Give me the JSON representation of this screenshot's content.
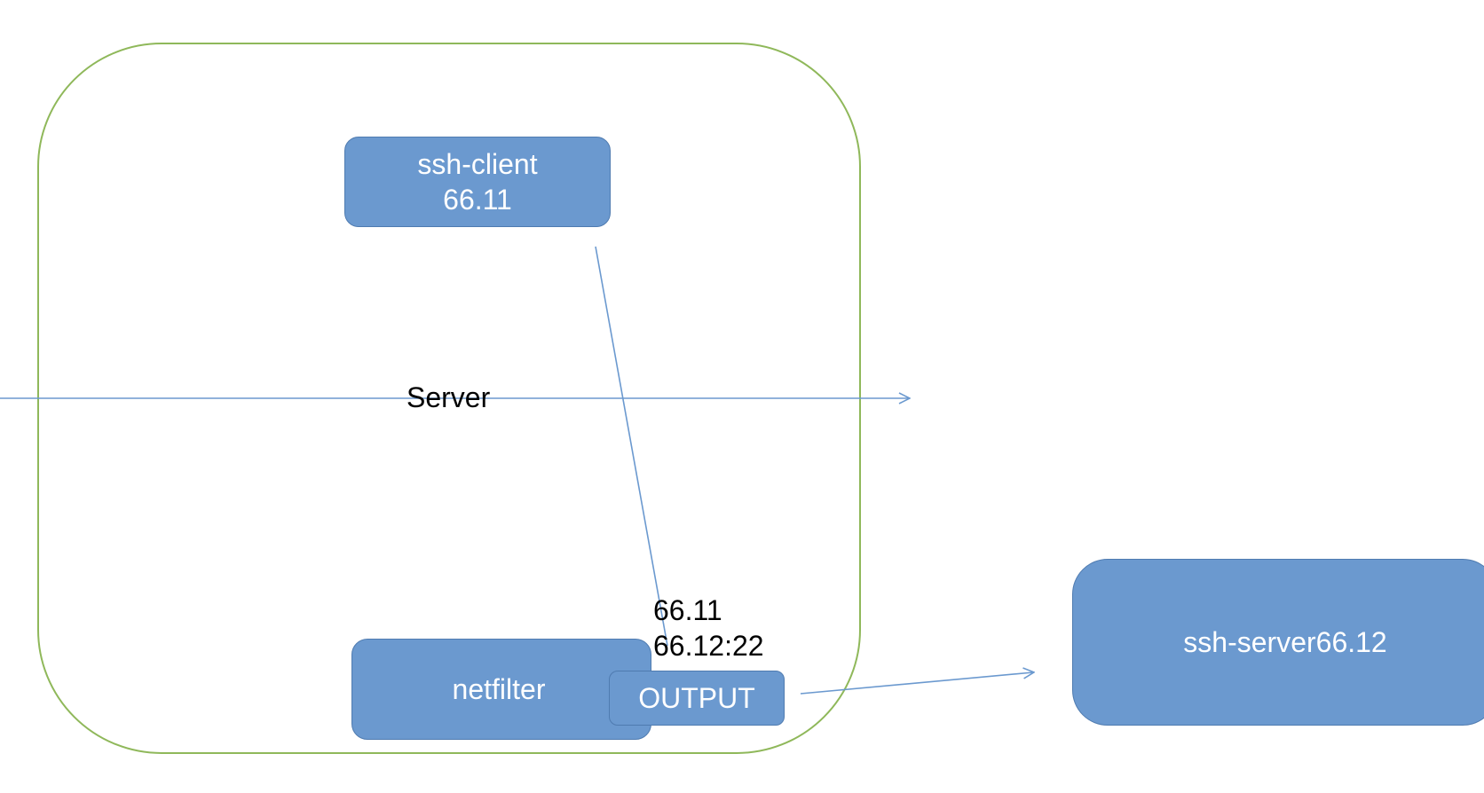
{
  "diagram": {
    "container_label": "Server",
    "ssh_client": {
      "name": "ssh-client",
      "ip": "66.11"
    },
    "netfilter": {
      "label": "netfilter",
      "chain": "OUTPUT"
    },
    "packet": {
      "src": "66.11",
      "dst": "66.12:22"
    },
    "ssh_server": {
      "label": "ssh-server66.12"
    },
    "colors": {
      "box_fill": "#6b99cf",
      "box_border": "#4f7bb0",
      "container_border": "#8fb85a",
      "arrow": "#6b99cf",
      "label_text": "#ffffff",
      "annotation_text": "#000000"
    }
  }
}
